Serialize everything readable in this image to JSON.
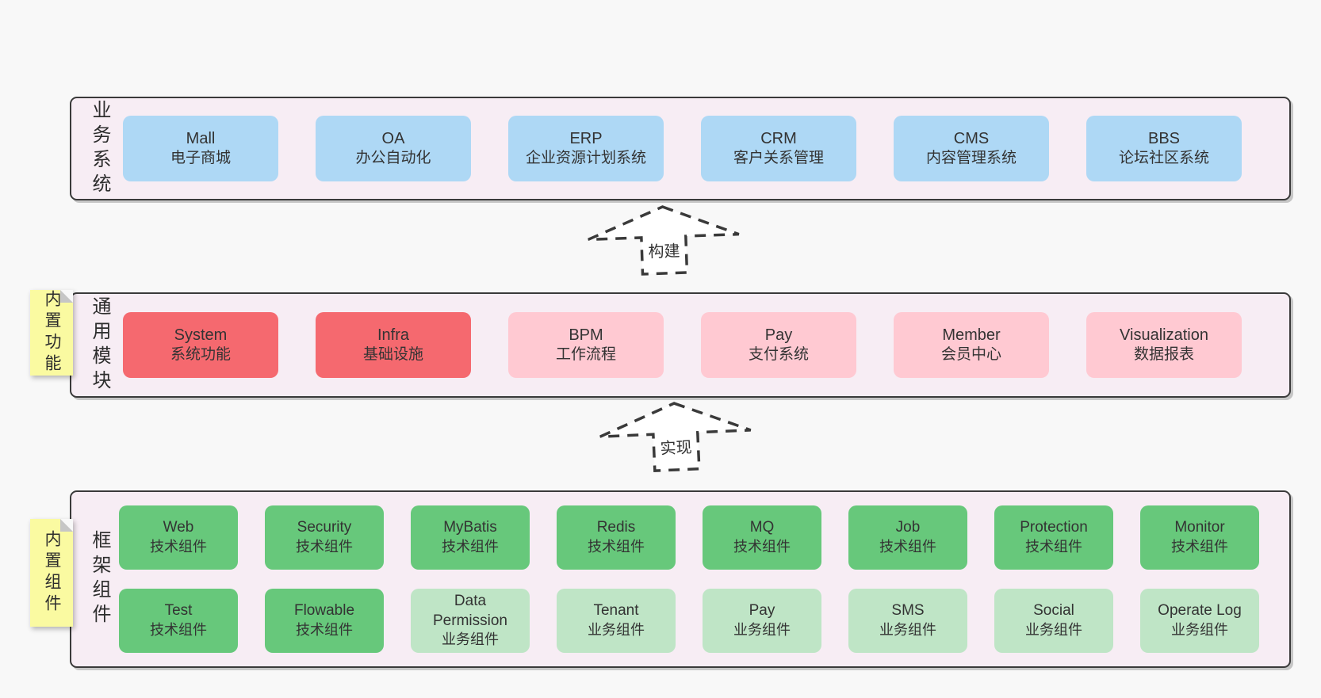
{
  "colors": {
    "page_background": "#f8f8f8",
    "band_background": "#f7edf4",
    "band_border": "#3a3a3a",
    "blue_box": "#aed8f5",
    "red_box": "#f5696f",
    "pink_box": "#ffc9d2",
    "green_box": "#67c87b",
    "light_green_box": "#bfe5c6",
    "sticky_note": "#fafaa1",
    "note_fold": "#c6c6c6",
    "text": "#333333"
  },
  "arrows": [
    {
      "label": "构建"
    },
    {
      "label": "实现"
    }
  ],
  "bands": [
    {
      "label": "业务系统",
      "boxes": [
        {
          "title": "Mall",
          "subtitle": "电子商城",
          "color": "blue"
        },
        {
          "title": "OA",
          "subtitle": "办公自动化",
          "color": "blue"
        },
        {
          "title": "ERP",
          "subtitle": "企业资源计划系统",
          "color": "blue"
        },
        {
          "title": "CRM",
          "subtitle": "客户关系管理",
          "color": "blue"
        },
        {
          "title": "CMS",
          "subtitle": "内容管理系统",
          "color": "blue"
        },
        {
          "title": "BBS",
          "subtitle": "论坛社区系统",
          "color": "blue"
        }
      ]
    },
    {
      "label": "通用模块",
      "note": "内置功能",
      "boxes": [
        {
          "title": "System",
          "subtitle": "系统功能",
          "color": "red"
        },
        {
          "title": "Infra",
          "subtitle": "基础设施",
          "color": "red"
        },
        {
          "title": "BPM",
          "subtitle": "工作流程",
          "color": "pink"
        },
        {
          "title": "Pay",
          "subtitle": "支付系统",
          "color": "pink"
        },
        {
          "title": "Member",
          "subtitle": "会员中心",
          "color": "pink"
        },
        {
          "title": "Visualization",
          "subtitle": "数据报表",
          "color": "pink"
        }
      ]
    },
    {
      "label": "框架组件",
      "note": "内置组件",
      "rows": [
        [
          {
            "title": "Web",
            "subtitle": "技术组件",
            "color": "green"
          },
          {
            "title": "Security",
            "subtitle": "技术组件",
            "color": "green"
          },
          {
            "title": "MyBatis",
            "subtitle": "技术组件",
            "color": "green"
          },
          {
            "title": "Redis",
            "subtitle": "技术组件",
            "color": "green"
          },
          {
            "title": "MQ",
            "subtitle": "技术组件",
            "color": "green"
          },
          {
            "title": "Job",
            "subtitle": "技术组件",
            "color": "green"
          },
          {
            "title": "Protection",
            "subtitle": "技术组件",
            "color": "green"
          },
          {
            "title": "Monitor",
            "subtitle": "技术组件",
            "color": "green"
          }
        ],
        [
          {
            "title": "Test",
            "subtitle": "技术组件",
            "color": "green"
          },
          {
            "title": "Flowable",
            "subtitle": "技术组件",
            "color": "green"
          },
          {
            "title": "Data Permission",
            "subtitle": "业务组件",
            "color": "green-light"
          },
          {
            "title": "Tenant",
            "subtitle": "业务组件",
            "color": "green-light"
          },
          {
            "title": "Pay",
            "subtitle": "业务组件",
            "color": "green-light"
          },
          {
            "title": "SMS",
            "subtitle": "业务组件",
            "color": "green-light"
          },
          {
            "title": "Social",
            "subtitle": "业务组件",
            "color": "green-light"
          },
          {
            "title": "Operate Log",
            "subtitle": "业务组件",
            "color": "green-light"
          }
        ]
      ]
    }
  ]
}
